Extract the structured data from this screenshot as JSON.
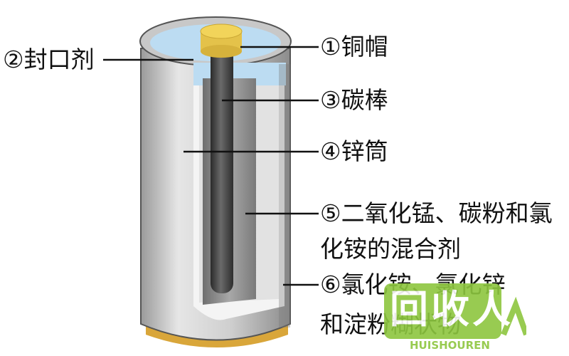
{
  "labels": {
    "copper_cap": "①铜帽",
    "sealant": "②封口剂",
    "carbon_rod": "③碳棒",
    "zinc_can": "④锌筒",
    "mixture_line1": "⑤二氧化锰、碳粉和氯",
    "mixture_line2": "化铵的混合剂",
    "paste_line1": "⑥氯化铵、氯化锌",
    "paste_line2": "和淀粉糊状物"
  },
  "watermark": {
    "text": "回收人",
    "subtext": "HUISHOUREN",
    "color": "#8dc63f"
  },
  "colors": {
    "cap": "#f2d45a",
    "sealant": "#bcdcf2",
    "rod": "#4a4a4a",
    "zinc": "#d7d7d7",
    "mixture": "#8f8f8f",
    "base": "#d9a63a"
  }
}
